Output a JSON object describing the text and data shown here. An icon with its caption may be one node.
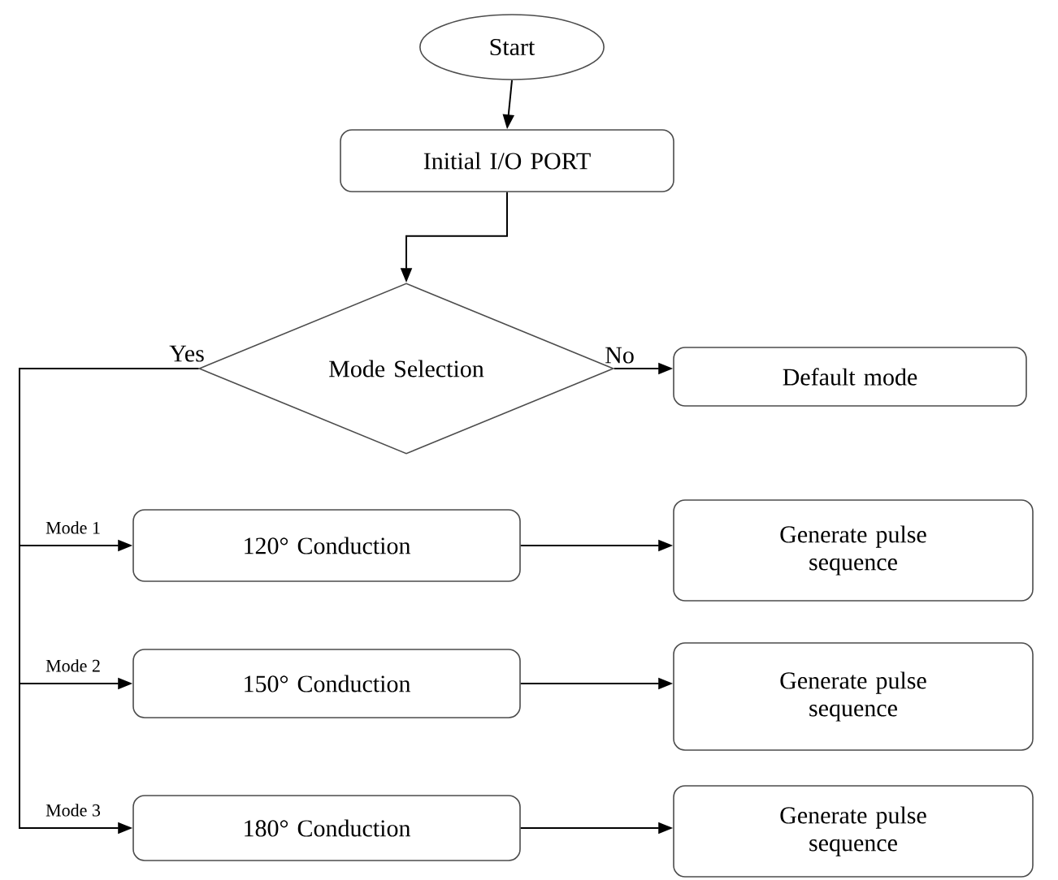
{
  "diagram": {
    "nodes": [
      {
        "text": [
          "Start"
        ]
      },
      {
        "text": [
          "Initial I/O PORT"
        ]
      },
      {
        "text": [
          "Mode Selection"
        ]
      },
      {
        "text": [
          "Default mode"
        ]
      },
      {
        "text": [
          "120° Conduction"
        ]
      },
      {
        "text": [
          "Generate pulse sequence"
        ]
      },
      {
        "text": [
          "150° Conduction"
        ]
      },
      {
        "text": [
          "Generate pulse sequence"
        ]
      },
      {
        "text": [
          "180° Conduction"
        ]
      },
      {
        "text": [
          "Generate pulse sequence"
        ]
      }
    ],
    "edges": [
      {
        "from": 0,
        "to": 1,
        "arrow": "to"
      },
      {
        "from": 1,
        "to": 2,
        "arrow": "to"
      },
      {
        "from": 2,
        "to": 3,
        "arrow": "to",
        "label": "No"
      },
      {
        "from": 2,
        "to": 4,
        "arrow": "to",
        "label": "Mode 1"
      },
      {
        "from": 2,
        "to": 6,
        "arrow": "to",
        "label": "Mode 2"
      },
      {
        "from": 2,
        "to": 8,
        "arrow": "to",
        "label": "Mode 3"
      },
      {
        "from": 4,
        "to": 5,
        "arrow": "to"
      },
      {
        "from": 6,
        "to": 7,
        "arrow": "to"
      },
      {
        "from": 8,
        "to": 9,
        "arrow": "to"
      }
    ],
    "labels": [
      "Yes"
    ]
  }
}
